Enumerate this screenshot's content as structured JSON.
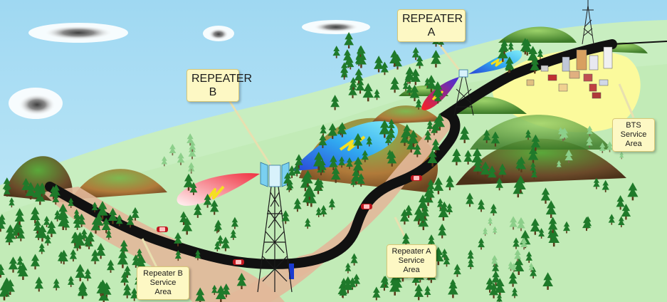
{
  "labels": {
    "repeater_b": {
      "line1": "REPEATER",
      "line2": "B"
    },
    "repeater_a": {
      "line1": "REPEATER",
      "line2": "A"
    },
    "bts_area": {
      "line1": "BTS",
      "line2": "Service",
      "line3": "Area"
    },
    "repeater_a_area": {
      "line1": "Repeater A",
      "line2": "Service",
      "line3": "Area"
    },
    "repeater_b_area": {
      "line1": "Repeater B",
      "line2": "Service",
      "line3": "Area"
    }
  },
  "colors": {
    "sky": "#a8dcf0",
    "ground": "#c8eec0",
    "road": "#111111",
    "service_path": "#e2b89a",
    "tree": "#1f7a2a",
    "beam_blue": "#38b4f0",
    "beam_red": "#f06060",
    "bolt": "#f5e020",
    "callout_bg": "#fdf8c4"
  }
}
